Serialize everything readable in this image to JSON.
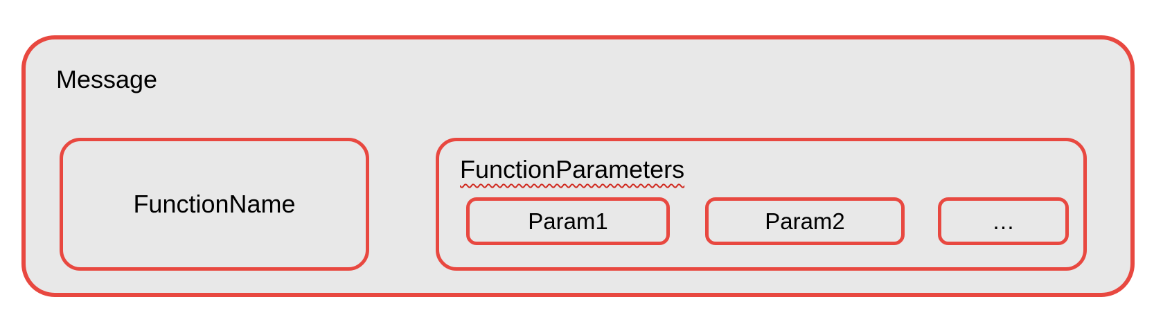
{
  "colors": {
    "border_red": "#e84840",
    "fill_gray": "#e8e8e8",
    "squiggle_red": "#d02a20",
    "text_black": "#000000",
    "background_white": "#ffffff"
  },
  "diagram": {
    "message_label": "Message",
    "function_name_label": "FunctionName",
    "function_parameters_label": "FunctionParameters",
    "params": [
      {
        "label": "Param1"
      },
      {
        "label": "Param2"
      },
      {
        "label": "…"
      }
    ]
  }
}
